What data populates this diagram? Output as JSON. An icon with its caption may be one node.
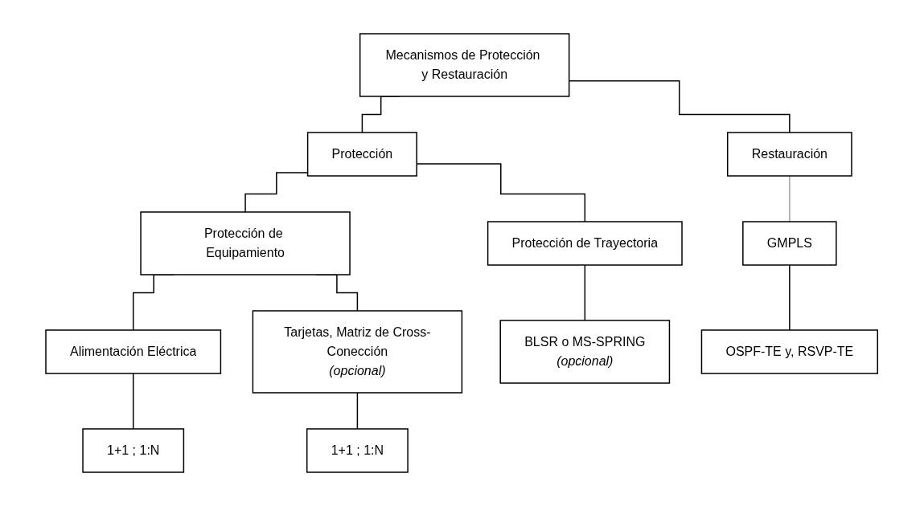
{
  "diagram": {
    "nodes": [
      {
        "text": [
          "Mecanismos de Protección y Restauración"
        ]
      },
      {
        "text": [
          "Protección"
        ]
      },
      {
        "text": [
          "Restauración"
        ]
      },
      {
        "text": [
          "Protección de Equipamiento"
        ]
      },
      {
        "text": [
          "Protección de Trayectoria"
        ]
      },
      {
        "text": [
          "GMPLS"
        ]
      },
      {
        "text": [
          "Alimentación Eléctrica"
        ]
      },
      {
        "text": [
          "Tarjetas, Matriz de Cross-Conección",
          "(opcional)"
        ]
      },
      {
        "text": [
          "BLSR o MS-SPRING",
          "(opcional)"
        ]
      },
      {
        "text": [
          "OSPF-TE y, RSVP-TE"
        ]
      },
      {
        "text": [
          "1+1 ; 1:N"
        ]
      },
      {
        "text": [
          "1+1 ; 1:N"
        ]
      }
    ],
    "edges": [
      {
        "from": 0,
        "to": 1,
        "arrow": "none"
      },
      {
        "from": 0,
        "to": 2,
        "arrow": "none"
      },
      {
        "from": 1,
        "to": 3,
        "arrow": "none"
      },
      {
        "from": 1,
        "to": 4,
        "arrow": "none"
      },
      {
        "from": 2,
        "to": 5,
        "arrow": "none",
        "color": "#a0a0a0"
      },
      {
        "from": 3,
        "to": 6,
        "arrow": "none"
      },
      {
        "from": 3,
        "to": 7,
        "arrow": "none"
      },
      {
        "from": 4,
        "to": 8,
        "arrow": "none"
      },
      {
        "from": 5,
        "to": 9,
        "arrow": "none"
      },
      {
        "from": 6,
        "to": 10,
        "arrow": "none"
      },
      {
        "from": 7,
        "to": 11,
        "arrow": "none"
      }
    ]
  }
}
